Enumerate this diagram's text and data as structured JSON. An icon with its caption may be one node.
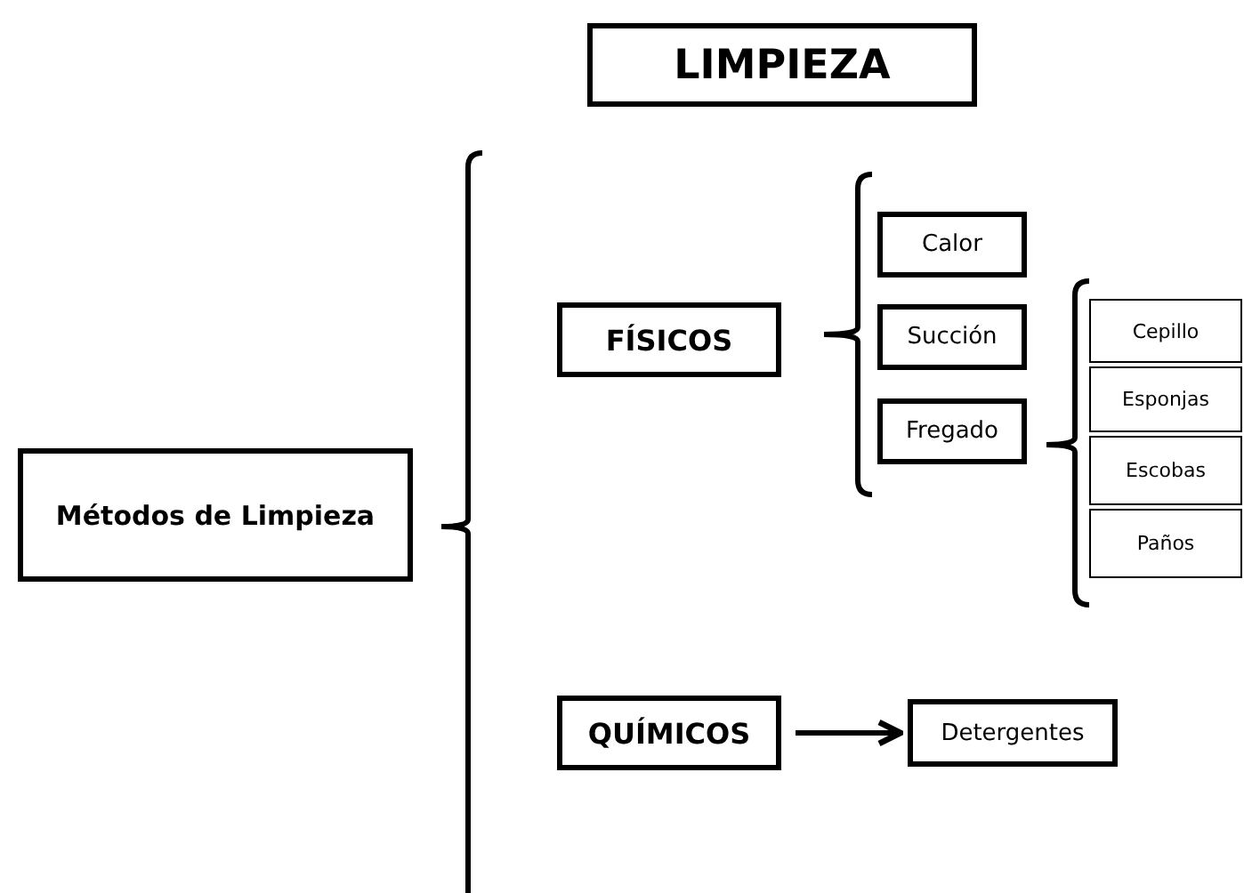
{
  "diagram": {
    "title": "LIMPIEZA",
    "nodes": [
      {
        "text": [
          "Métodos de Limpieza"
        ]
      },
      {
        "text": [
          "FÍSICOS"
        ]
      },
      {
        "text": [
          "Calor"
        ]
      },
      {
        "text": [
          "Succión"
        ]
      },
      {
        "text": [
          "Fregado"
        ]
      },
      {
        "text": [
          "Cepillo"
        ]
      },
      {
        "text": [
          "Esponjas"
        ]
      },
      {
        "text": [
          "Escobas"
        ]
      },
      {
        "text": [
          "Paños"
        ]
      },
      {
        "text": [
          "QUÍMICOS"
        ]
      },
      {
        "text": [
          "Detergentes"
        ]
      }
    ],
    "edges": [
      {
        "from": 9,
        "to": 10,
        "arrow": "to"
      }
    ]
  }
}
